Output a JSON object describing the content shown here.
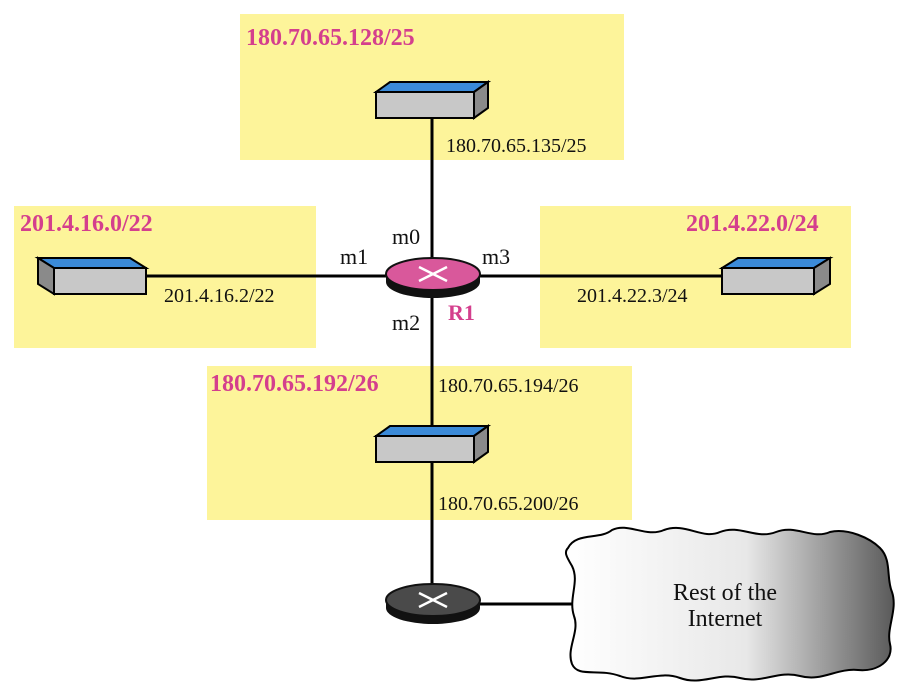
{
  "networks": {
    "top": {
      "prefix": "180.70.65.128/25",
      "interface_address": "180.70.65.135/25"
    },
    "left": {
      "prefix": "201.4.16.0/22",
      "interface_address": "201.4.16.2/22"
    },
    "right": {
      "prefix": "201.4.22.0/24",
      "interface_address": "201.4.22.3/24"
    },
    "bottom": {
      "prefix": "180.70.65.192/26",
      "interface_address": "180.70.65.194/26",
      "uplink_address": "180.70.65.200/26"
    }
  },
  "router": {
    "name": "R1",
    "interfaces": {
      "m0": "m0",
      "m1": "m1",
      "m2": "m2",
      "m3": "m3"
    },
    "color": "#d9589b"
  },
  "internet": {
    "line1": "Rest of the",
    "line2": "Internet"
  },
  "colors": {
    "network_box": "#fdf49a",
    "label": "#d43f8d",
    "switch_top": "#3b8ad8",
    "switch_side": "#c8c8c8",
    "gateway": "#4a4a4a"
  }
}
